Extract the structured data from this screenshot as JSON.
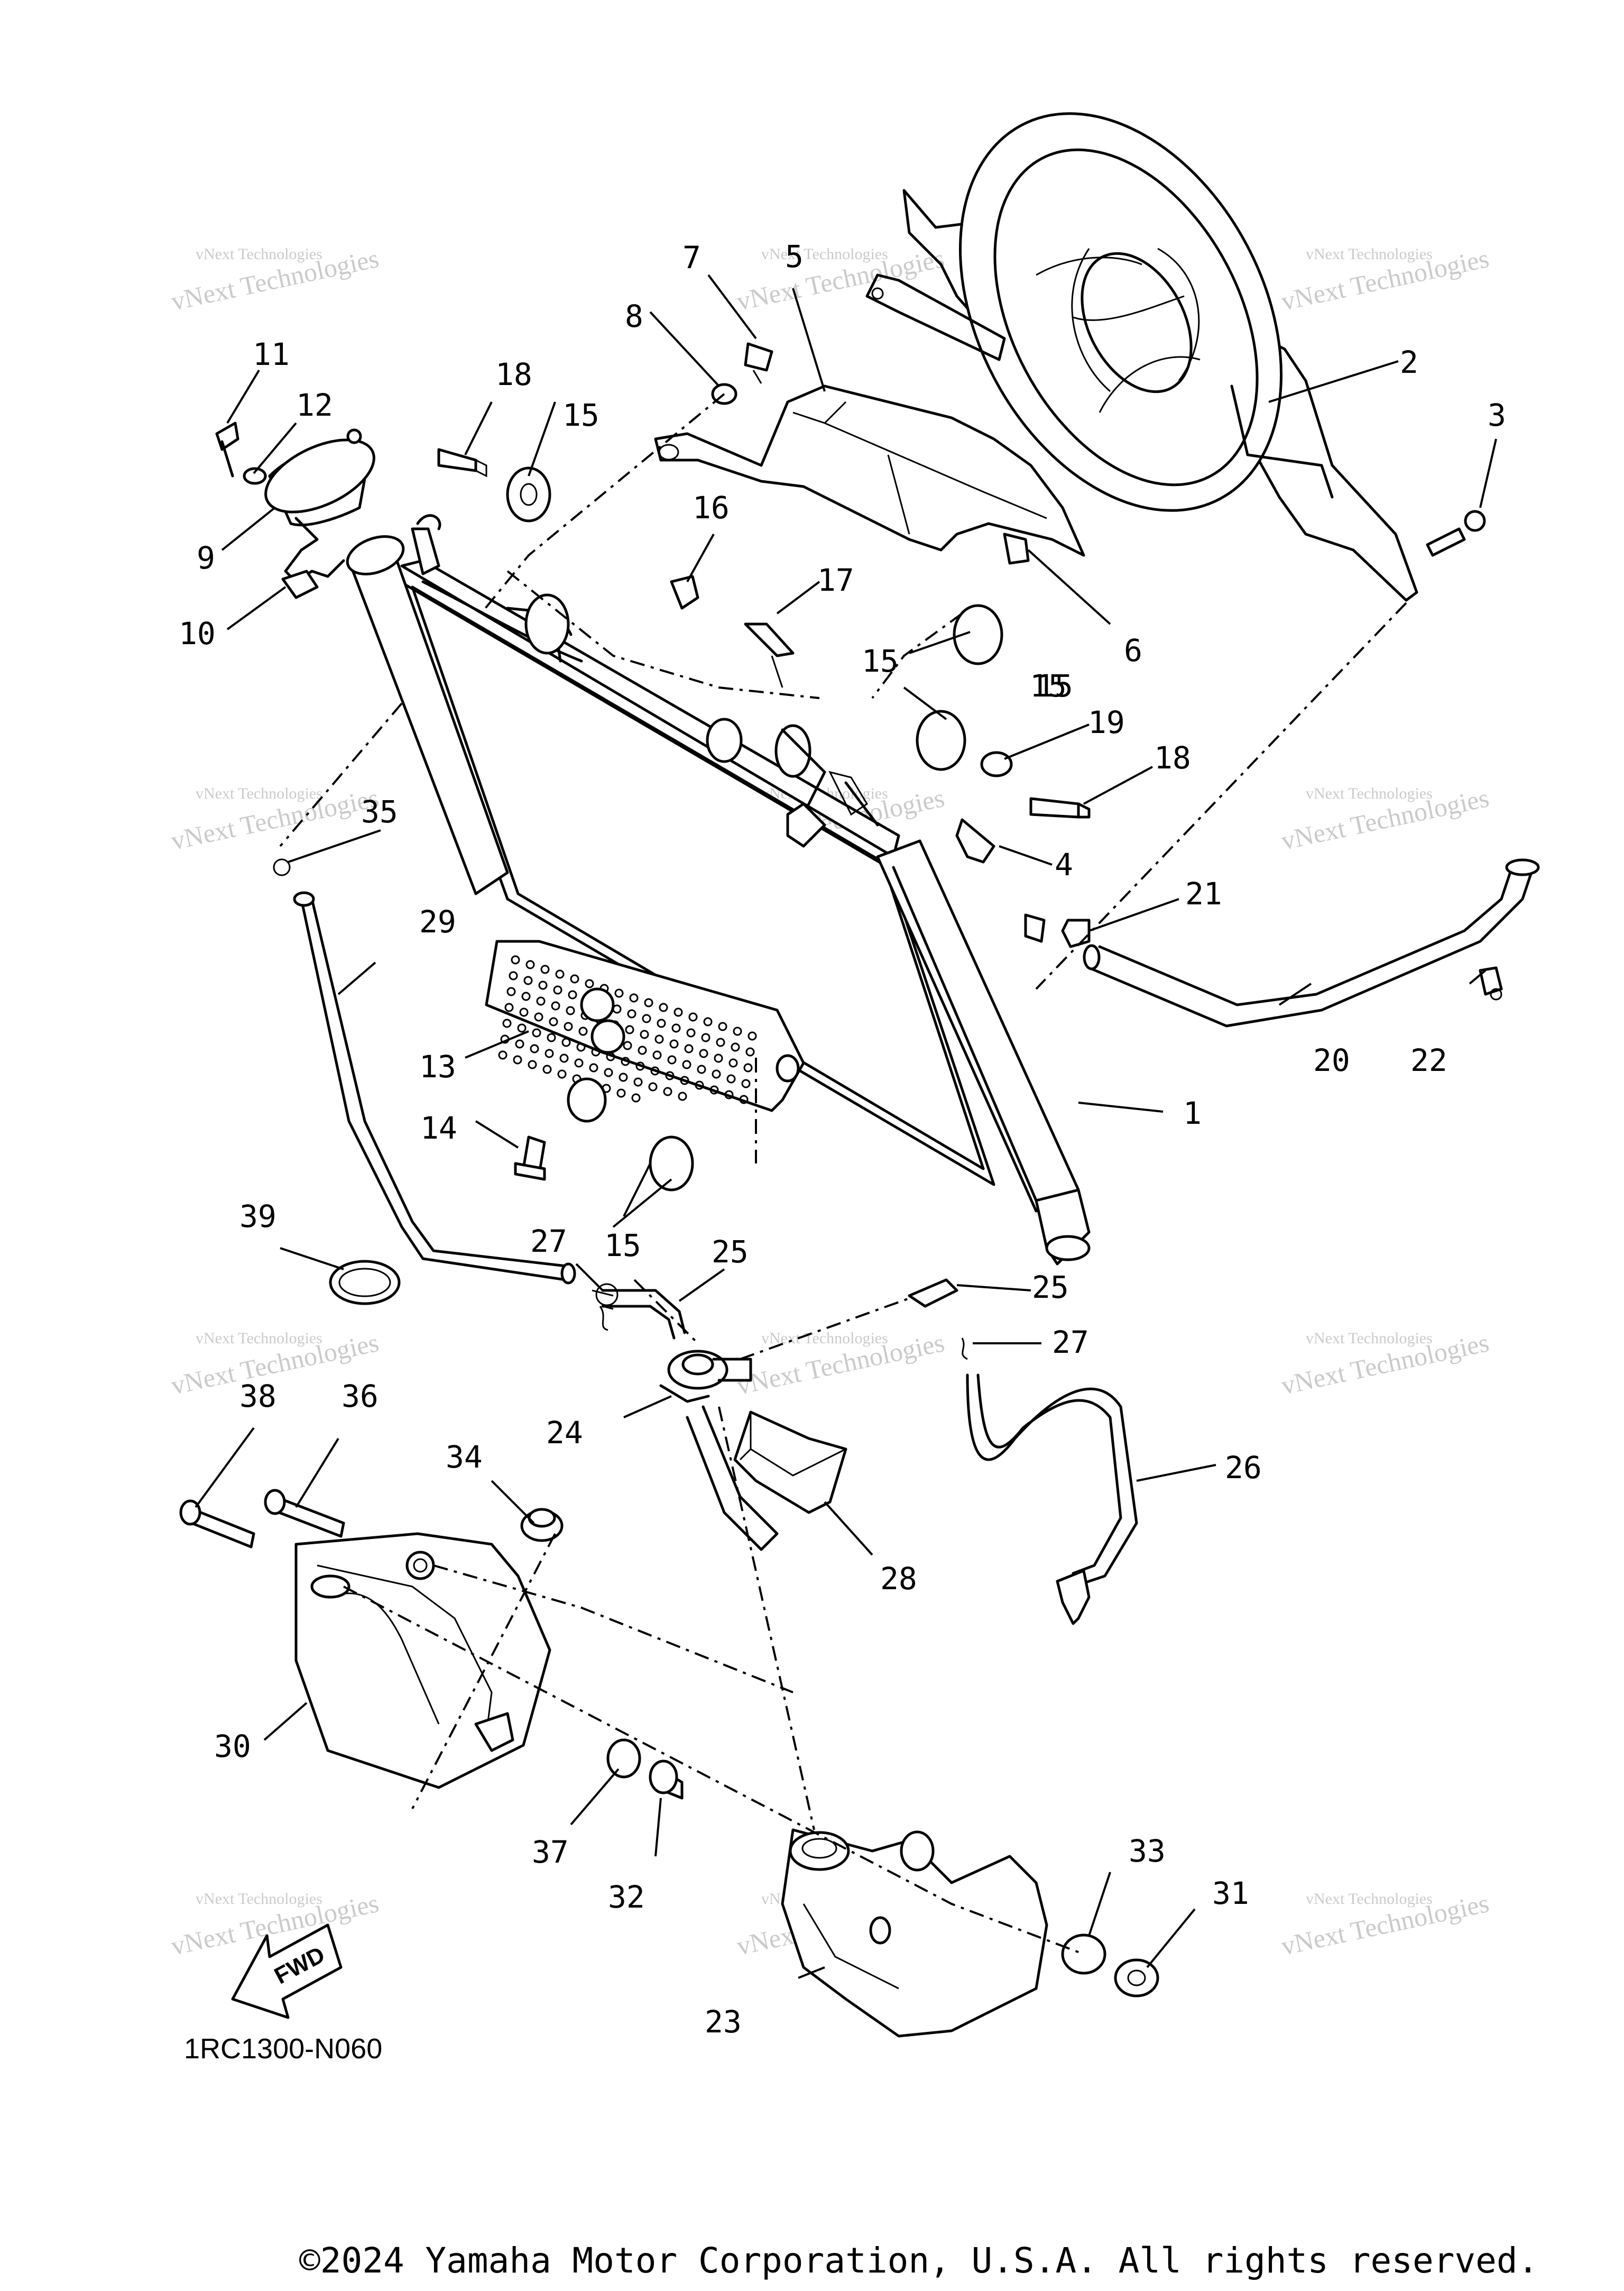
{
  "diagram": {
    "part_labels": [
      "1",
      "2",
      "3",
      "4",
      "5",
      "6",
      "7",
      "8",
      "9",
      "10",
      "11",
      "12",
      "13",
      "14",
      "15",
      "15",
      "15",
      "15",
      "15",
      "16",
      "17",
      "18",
      "18",
      "19",
      "20",
      "21",
      "22",
      "23",
      "24",
      "25",
      "25",
      "26",
      "27",
      "27",
      "28",
      "29",
      "30",
      "31",
      "32",
      "33",
      "34",
      "35",
      "36",
      "37",
      "38",
      "39"
    ],
    "diagram_code": "1RC1300-N060",
    "fwd_label": "FWD",
    "watermark_line1": "vNext Technologies",
    "watermark_line2": "vNext Technologies",
    "copyright": "©2024 Yamaha Motor Corporation, U.S.A. All rights reserved."
  }
}
